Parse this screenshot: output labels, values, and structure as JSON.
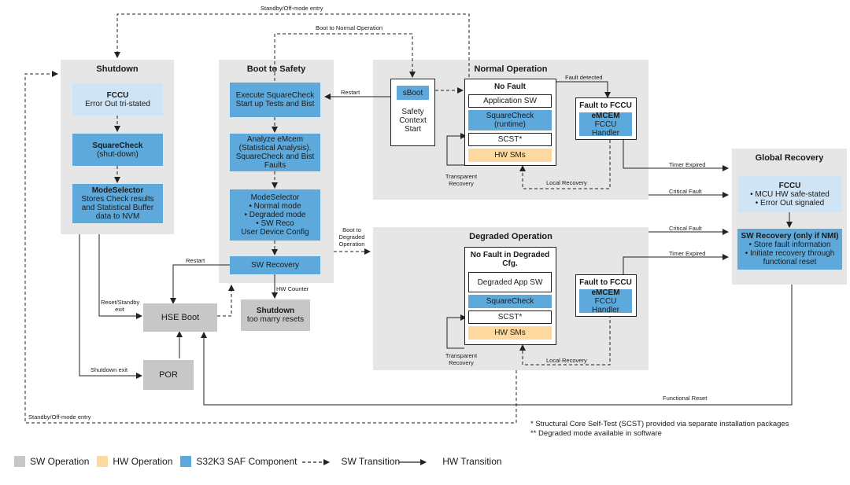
{
  "shutdown": {
    "title": "Shutdown",
    "fccu_title": "FCCU",
    "fccu_text": "Error Out tri-stated",
    "squarecheck_title": "SquareCheck",
    "squarecheck_text": "(shut-down)",
    "modeselector_title": "ModeSelector",
    "modeselector_text": "Stores Check results and Statistical Buffer data to NVM"
  },
  "boot_to_safety": {
    "title": "Boot to Safety",
    "execute": "Execute SquareCheck Start up Tests and Bist",
    "analyze": "Analyze eMcem (Statistical Analysis). SquareCheck and Bist Faults",
    "modeselector_title": "ModeSelector",
    "modeselector_items": [
      "• Normal mode",
      "• Degraded mode",
      "• SW Reco"
    ],
    "modeselector_footer": "User Device Config",
    "sw_recovery": "SW Recovery"
  },
  "hse_boot": "HSE Boot",
  "por": "POR",
  "shutdown_resets": {
    "title": "Shutdown",
    "text": "too marry resets"
  },
  "sboot": {
    "label": "sBoot",
    "text": "Safety Context Start"
  },
  "normal_operation": {
    "title": "Normal Operation",
    "no_fault": "No Fault",
    "application_sw": "Application SW",
    "squarecheck_runtime": "SquareCheck (runtime)",
    "scst": "SCST*",
    "hw_sms": "HW SMs",
    "fault_title": "Fault to FCCU",
    "emcem": "eMCEM",
    "handler": "FCCU Handler"
  },
  "degraded_operation": {
    "title": "Degraded Operation",
    "no_fault": "No Fault in Degraded Cfg.",
    "degraded_app_sw": "Degraded App SW",
    "squarecheck": "SquareCheck",
    "scst": "SCST*",
    "hw_sms": "HW SMs",
    "fault_title": "Fault to FCCU",
    "emcem": "eMCEM",
    "handler": "FCCU Handler"
  },
  "global_recovery": {
    "title": "Global Recovery",
    "fccu_title": "FCCU",
    "fccu_items": [
      "• MCU HW safe-stated",
      "• Error Out signaled"
    ],
    "swreco_title": "SW Recovery (only if NMI)",
    "swreco_items": [
      "• Store fault information",
      "• Initiate recovery through functional reset"
    ]
  },
  "labels": {
    "standby_top": "Standby/Off-mode entry",
    "boot_normal": "Boot to Normal Operation",
    "restart_top": "Restart",
    "fault_detected": "Fault detected",
    "transparent_recovery_1": "Transparent Recovery",
    "local_recovery_1": "Local Recovery",
    "timer_expired_1": "Timer Expired",
    "critical_fault_1": "Critical Fault",
    "boot_degraded": "Boot to Degraded Operation",
    "critical_fault_2": "Critical Fault",
    "timer_expired_2": "Timer Expired",
    "restart_bottom": "Restart",
    "hw_counter": "HW Counter",
    "reset_standby_exit": "Reset/Standby exit",
    "shutdown_exit": "Shutdown exit",
    "transparent_recovery_2": "Transparent Recovery",
    "local_recovery_2": "Local Recovery",
    "functional_reset": "Functional Reset",
    "standby_bottom": "Standby/Off-mode entry"
  },
  "notes": [
    "* Structural Core Self-Test (SCST) provided via separate installation packages",
    "** Degraded mode available in software"
  ],
  "legend": {
    "sw_operation": "SW Operation",
    "hw_operation": "HW Operation",
    "saf_component": "S32K3 SAF Component",
    "sw_transition": "SW Transition",
    "hw_transition": "HW Transition"
  },
  "colors": {
    "panel": "#e6e6e6",
    "saf_blue": "#5ea9db",
    "light_blue": "#cfe4f4",
    "sw_grey": "#c7c7c7",
    "hw_orange": "#fdd9a0",
    "line": "#222222"
  }
}
